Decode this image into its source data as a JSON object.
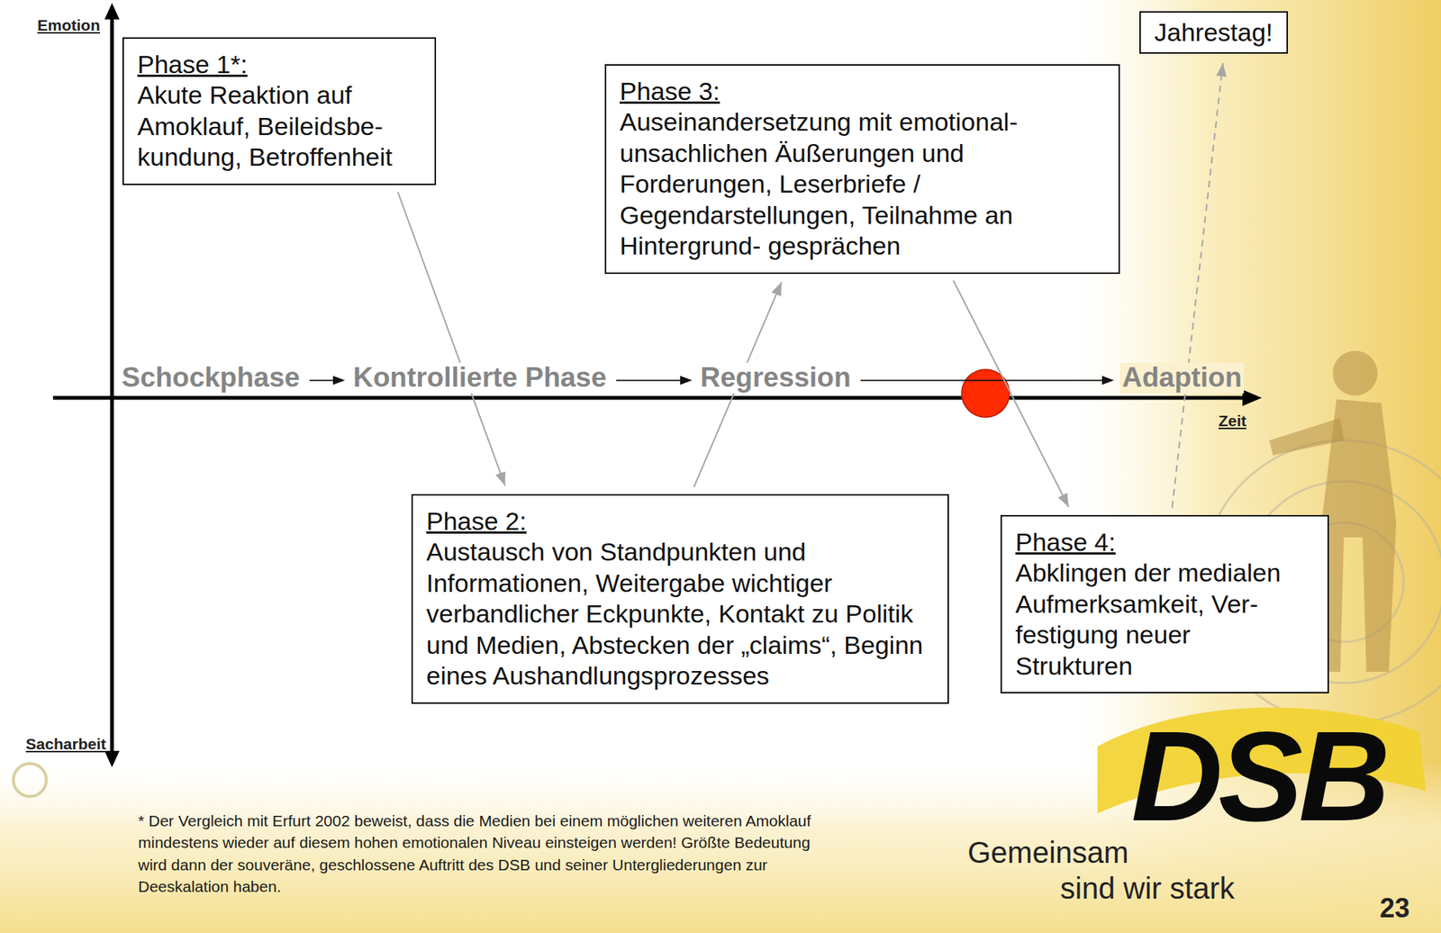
{
  "diagram": {
    "nodes": [
      {
        "text": [
          "Phase 1*:",
          "Akute Reaktion auf Amoklauf, Beileidsbe- kundung, Betroffenheit"
        ]
      },
      {
        "text": [
          "Phase 2:",
          "Austausch von Standpunkten und Informationen, Weitergabe wichtiger verbandlicher Eckpunkte, Kontakt zu Politik und Medien, Abstecken der „claims“, Beginn eines Aushandlungsprozesses"
        ]
      },
      {
        "text": [
          "Phase 3:",
          "Auseinandersetzung mit emotional-unsachlichen Äußerungen und Forderungen, Leserbriefe / Gegendarstellungen, Teilnahme an Hintergrund- gesprächen"
        ]
      },
      {
        "text": [
          "Phase 4:",
          "Abklingen der medialen Aufmerksamkeit, Ver- festigung neuer Strukturen"
        ]
      },
      {
        "text": [
          "Jahrestag!"
        ]
      }
    ],
    "edges": [
      {
        "from": 0,
        "to": 1,
        "arrow": "to"
      },
      {
        "from": 1,
        "to": 2,
        "arrow": "to"
      },
      {
        "from": 2,
        "to": 3,
        "arrow": "to"
      },
      {
        "from": 3,
        "to": 4,
        "arrow": "to"
      }
    ],
    "labels": [
      "Emotion",
      "Sacharbeit",
      "Zeit",
      "Schockphase",
      "Kontrollierte Phase",
      "Regression",
      "Adaption",
      "* Der Vergleich mit Erfurt 2002 beweist, dass die Medien bei einem möglichen weiteren Amoklauf mindestens wieder auf diesem hohen emotionalen Niveau einsteigen werden! Größte Bedeutung wird dann der souveräne, geschlossene Auftritt des DSB und seiner Untergliederungen zur Deeskalation haben.",
      "DSB",
      "Gemeinsam",
      "sind wir stark",
      "23"
    ]
  }
}
